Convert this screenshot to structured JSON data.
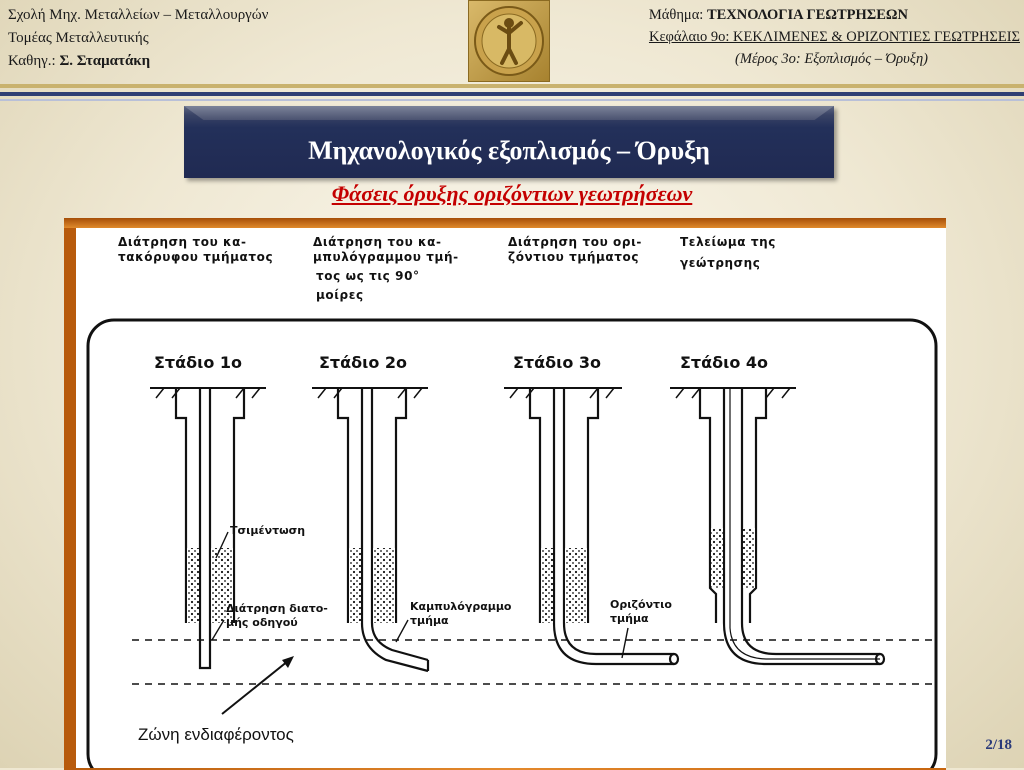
{
  "header": {
    "school": "Σχολή Μηχ. Μεταλλείων – Μεταλλουργών",
    "department": "Τομέας Μεταλλευτικής",
    "professor_prefix": "Καθηγ.:",
    "professor_name": "Σ. Σταματάκη",
    "course_prefix": "Μάθημα:",
    "course_name": "ΤΕΧΝΟΛΟΓΙΑ ΓΕΩΤΡΗΣΕΩΝ",
    "chapter": "Κεφάλαιο 9ο: ΚΕΚΛΙΜΕΝΕΣ & ΟΡΙΖΟΝΤΙΕΣ ΓΕΩΤΡΗΣΕΙΣ",
    "part": "(Μέρος 3ο: Εξοπλισμός – Όρυξη)"
  },
  "emblem_icon": "university-seal-icon",
  "slide": {
    "title": "Μηχανολογικός εξοπλισμός – Όρυξη",
    "subtitle": "Φάσεις όρυξης οριζόντιων γεωτρήσεων",
    "page": "2/18"
  },
  "figure": {
    "phase_labels": [
      [
        "Διάτρηση του κα-",
        "τακόρυφου τμήματος"
      ],
      [
        "Διάτρηση του κα-",
        "μπυλόγραμμου τμή-",
        "τος ως τις 90°",
        "μοίρες"
      ],
      [
        "Διάτρηση του ορι-",
        "ζόντιου τμήματος"
      ],
      [
        "Τελείωμα της",
        "γεώτρησης"
      ]
    ],
    "stages": [
      "Στάδιο 1ο",
      "Στάδιο 2ο",
      "Στάδιο 3ο",
      "Στάδιο 4ο"
    ],
    "annotations": {
      "cementing": "Τσιμέντωση",
      "pilot_bore": [
        "Διάτρηση διατο-",
        "μής οδηγού"
      ],
      "curved_section": [
        "Καμπυλόγραμμο",
        "τμήμα"
      ],
      "horizontal_section": [
        "Οριζόντιο",
        "τμήμα"
      ],
      "zone_of_interest": "Ζώνη ενδιαφέροντος"
    }
  },
  "colors": {
    "title_bg": "#202a52",
    "subtitle": "#c40000",
    "frame": "#d97a1e",
    "rule_navy": "#2f3f73",
    "rule_gold": "#c9b26e"
  }
}
